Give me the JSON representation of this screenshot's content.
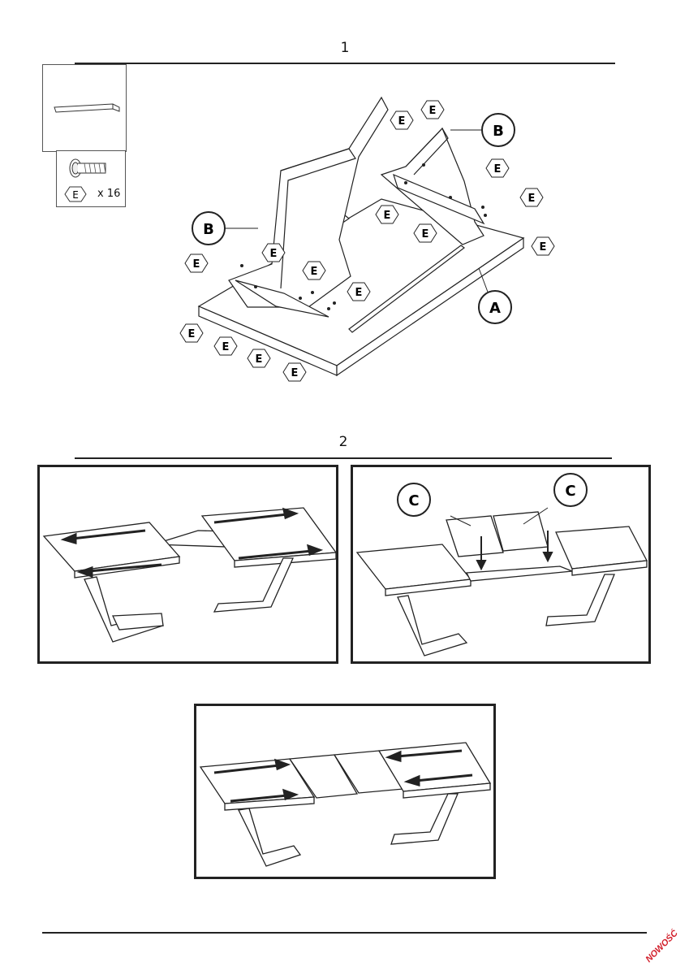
{
  "steps": [
    {
      "number": "1"
    },
    {
      "number": "2"
    }
  ],
  "parts": {
    "tool": "allen-key",
    "screw": {
      "letter": "E",
      "quantity": "x 16"
    }
  },
  "labels": {
    "tabletop": "A",
    "leg_frame": "B",
    "extension_leaf": "C",
    "screw": "E"
  },
  "brand_mark": "NOWOŚĆ",
  "colors": {
    "ink": "#222222",
    "brand": "#d21f2b"
  }
}
